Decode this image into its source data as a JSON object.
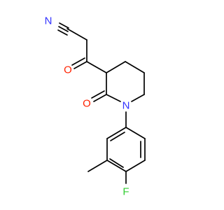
{
  "molecule": {
    "atoms": {
      "nitrile_n": {
        "label": "N",
        "color": "#3333ff"
      },
      "ketone_o": {
        "label": "O",
        "color": "#ff2200"
      },
      "lactam_o": {
        "label": "O",
        "color": "#ff2200"
      },
      "ring_n": {
        "label": "N",
        "color": "#3333ff"
      },
      "fluorine": {
        "label": "F",
        "color": "#32cd32"
      }
    },
    "bond_color": "#000000"
  }
}
